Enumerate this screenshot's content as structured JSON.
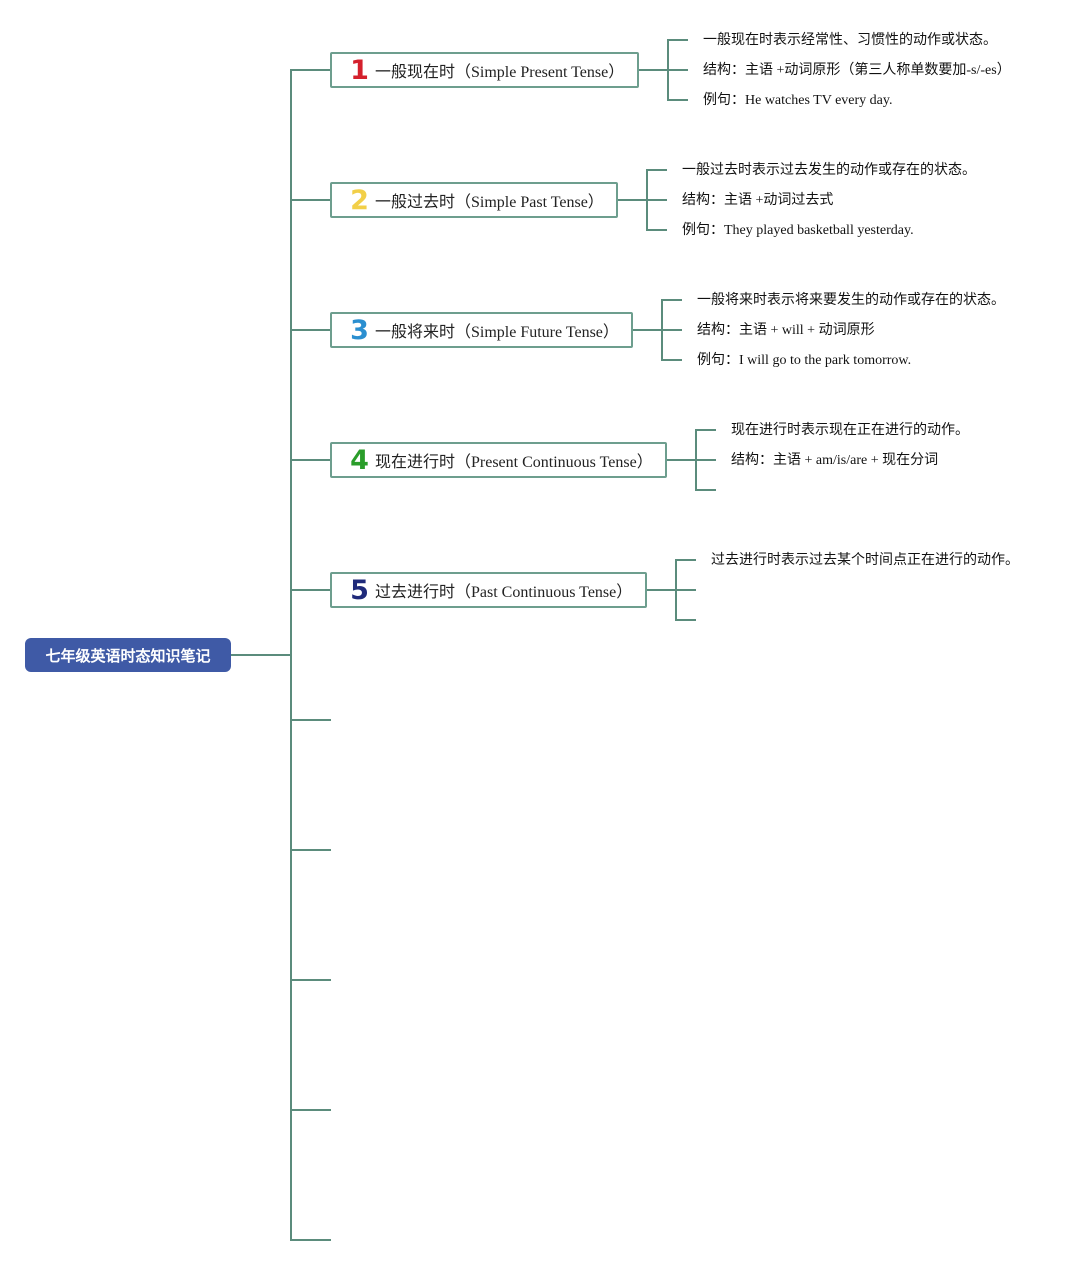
{
  "root": {
    "title": "七年级英语时态知识笔记",
    "color": "#3f5aa6"
  },
  "line_color": "#5b8c7c",
  "branches": [
    {
      "number": "1",
      "number_color": "#d4202c",
      "label": "一般现在时（Simple Present Tense）",
      "details": [
        "一般现在时表示经常性、习惯性的动作或状态。",
        "结构：主语 +动词原形（第三人称单数要加-s/-es）",
        "例句：He watches TV every day."
      ]
    },
    {
      "number": "2",
      "number_color": "#f2cf48",
      "label": "一般过去时（Simple Past Tense）",
      "details": [
        "一般过去时表示过去发生的动作或存在的状态。",
        "结构：主语 +动词过去式",
        "例句：They played basketball yesterday."
      ]
    },
    {
      "number": "3",
      "number_color": "#2b8fd0",
      "label": "一般将来时（Simple Future Tense）",
      "details": [
        "一般将来时表示将来要发生的动作或存在的状态。",
        "结构：主语 + will + 动词原形",
        "例句：I will go to the park tomorrow."
      ]
    },
    {
      "number": "4",
      "number_color": "#2a9d2a",
      "label": "现在进行时（Present Continuous Tense）",
      "details": [
        "现在进行时表示现在正在进行的动作。",
        "结构：主语 + am/is/are + 现在分词",
        ""
      ]
    },
    {
      "number": "5",
      "number_color": "#1f2a7a",
      "label": "过去进行时（Past Continuous Tense）",
      "details": [
        "过去进行时表示过去某个时间点正在进行的动作。",
        "",
        ""
      ]
    }
  ]
}
